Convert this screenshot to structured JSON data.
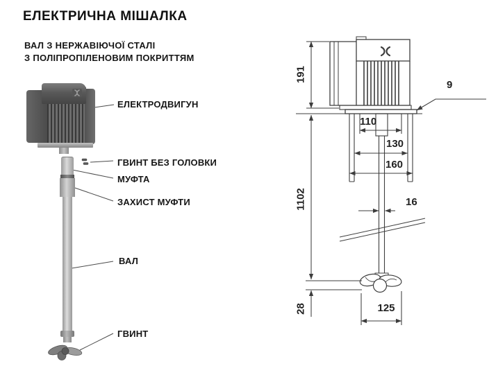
{
  "title": "ЕЛЕКТРИЧНА МІШАЛКА",
  "material_note": {
    "line1": "ВАЛ З НЕРЖАВІЮЧОЇ СТАЛІ",
    "line2": "З ПОЛІПРОПІЛЕНОВИМ ПОКРИТТЯМ"
  },
  "part_labels": {
    "motor": "ЕЛЕКТРОДВИГУН",
    "headless_screw": "ГВИНТ БЕЗ ГОЛОВКИ",
    "coupling": "МУФТА",
    "coupling_guard": "ЗАХИСТ МУФТИ",
    "shaft": "ВАЛ",
    "propeller": "ГВИНТ"
  },
  "dimensions_mm": {
    "motor_height": "191",
    "mounting_plate_thickness": "9",
    "hole_spacing_inner": "110",
    "hole_spacing_outer": "130",
    "plate_width": "160",
    "shaft_length": "1102",
    "shaft_diameter": "16",
    "propeller_height": "28",
    "propeller_diameter": "125"
  },
  "colors": {
    "line": "#3d3d3d",
    "text": "#1a1a1a",
    "background": "#ffffff"
  }
}
